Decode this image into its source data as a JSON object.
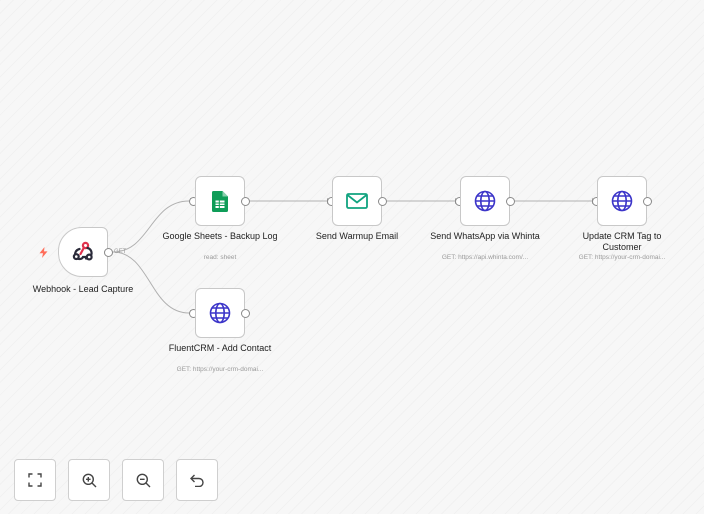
{
  "nodes": {
    "webhook": {
      "label": "Webhook - Lead Capture",
      "edge_label": "GET"
    },
    "sheets": {
      "label": "Google Sheets - Backup Log",
      "sub": "read: sheet"
    },
    "email": {
      "label": "Send Warmup Email"
    },
    "whatsapp": {
      "label": "Send WhatsApp via Whinta",
      "sub": "GET: https://api.whinta.com/..."
    },
    "crm_tag": {
      "label": "Update CRM Tag to Customer",
      "sub": "GET: https://your-crm-domai..."
    },
    "fluentcrm": {
      "label": "FluentCRM - Add Contact",
      "sub": "GET: https://your-crm-domai..."
    }
  },
  "controls": {
    "fit": "fit-view",
    "zoom_in": "zoom-in",
    "zoom_out": "zoom-out",
    "undo": "undo"
  },
  "colors": {
    "trigger": "#ff6d5a",
    "sheets": "#0f9d58",
    "email": "#10a37f",
    "globe": "#3c35c9",
    "webhook_red": "#e0334e"
  }
}
